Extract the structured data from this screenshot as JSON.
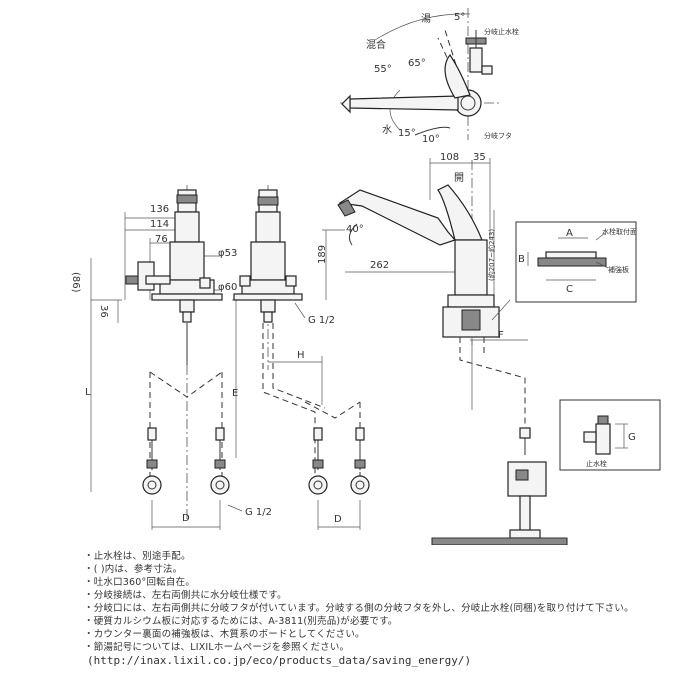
{
  "top_view": {
    "label_hot": "湯",
    "label_mix": "混合",
    "label_cold": "水",
    "angle_5": "5°",
    "angle_55": "55°",
    "angle_65": "65°",
    "angle_15": "15°",
    "angle_10": "10°",
    "label_branch_valve": "分岐止水栓",
    "label_branch_cap": "分岐フタ"
  },
  "dimensions": {
    "d136": "136",
    "d114": "114",
    "d76": "76",
    "d53": "φ53",
    "d60": "φ60",
    "d86": "(86)",
    "d36": "36",
    "dL": "L",
    "dE": "E",
    "dH": "H",
    "dD1": "D",
    "dD2": "D",
    "dG1": "G 1/2",
    "dG2": "G 1/2",
    "d108": "108",
    "d35": "35",
    "d189": "189",
    "d262": "262",
    "d40": "40°",
    "d207": "(約207~約243)",
    "dF": "F",
    "dA": "A",
    "dB": "B",
    "dC": "C",
    "dGd": "G",
    "label_spout": "開",
    "label_top_surface": "水栓取付面",
    "label_reinforce": "補強板",
    "label_stop_valve": "止水栓"
  },
  "notes": [
    "・止水栓は、別途手配。",
    "・(  )内は、参考寸法。",
    "・吐水口360°回転自在。",
    "・分岐接続は、左右両側共に水分岐仕様です。",
    "・分岐口には、左右両側共に分岐フタが付いています。分岐する側の分岐フタを外し、分岐止水栓(同梱)を取り付けて下さい。",
    "・硬質カルシウム板に対応するためには、A-3811(別売品)が必要です。",
    "・カウンター裏面の補強板は、木質系のボードとしてください。",
    "・節湯記号については、LIXILホームページを参照ください。"
  ],
  "url": "(http://inax.lixil.co.jp/eco/products_data/saving_energy/)"
}
